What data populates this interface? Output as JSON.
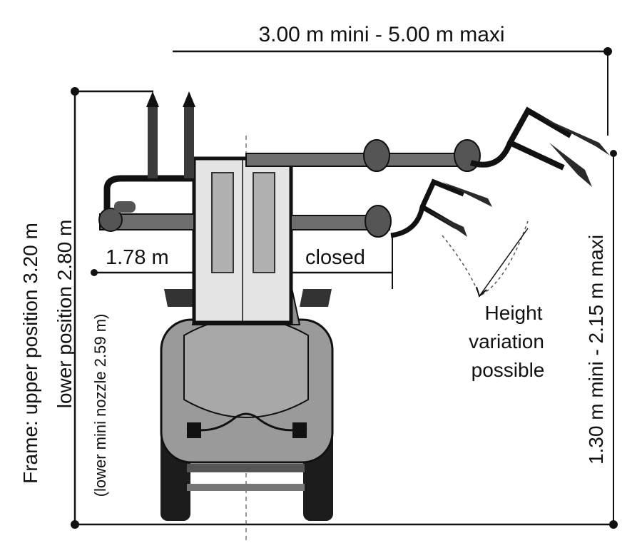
{
  "labels": {
    "overall_width": "3.00 m mini - 5.00 m maxi",
    "half_width": "1.78 m",
    "closed": "closed",
    "height_variation_1": "Height",
    "height_variation_2": "variation",
    "height_variation_3": "possible",
    "nozzle_height": "1.30 m mini - 2.15 m maxi",
    "frame_line_1": "Frame: upper position 3.20 m",
    "frame_line_2": "lower position 2.80 m",
    "frame_line_3": "(lower mini nozzle 2.59 m)"
  },
  "colors": {
    "ink": "#111111",
    "boom_fill": "#6e6e6e",
    "tank_fill": "#9a9a9a",
    "frame_fill": "#c8c8c8",
    "nozzle_fill": "#2a2a2a"
  }
}
